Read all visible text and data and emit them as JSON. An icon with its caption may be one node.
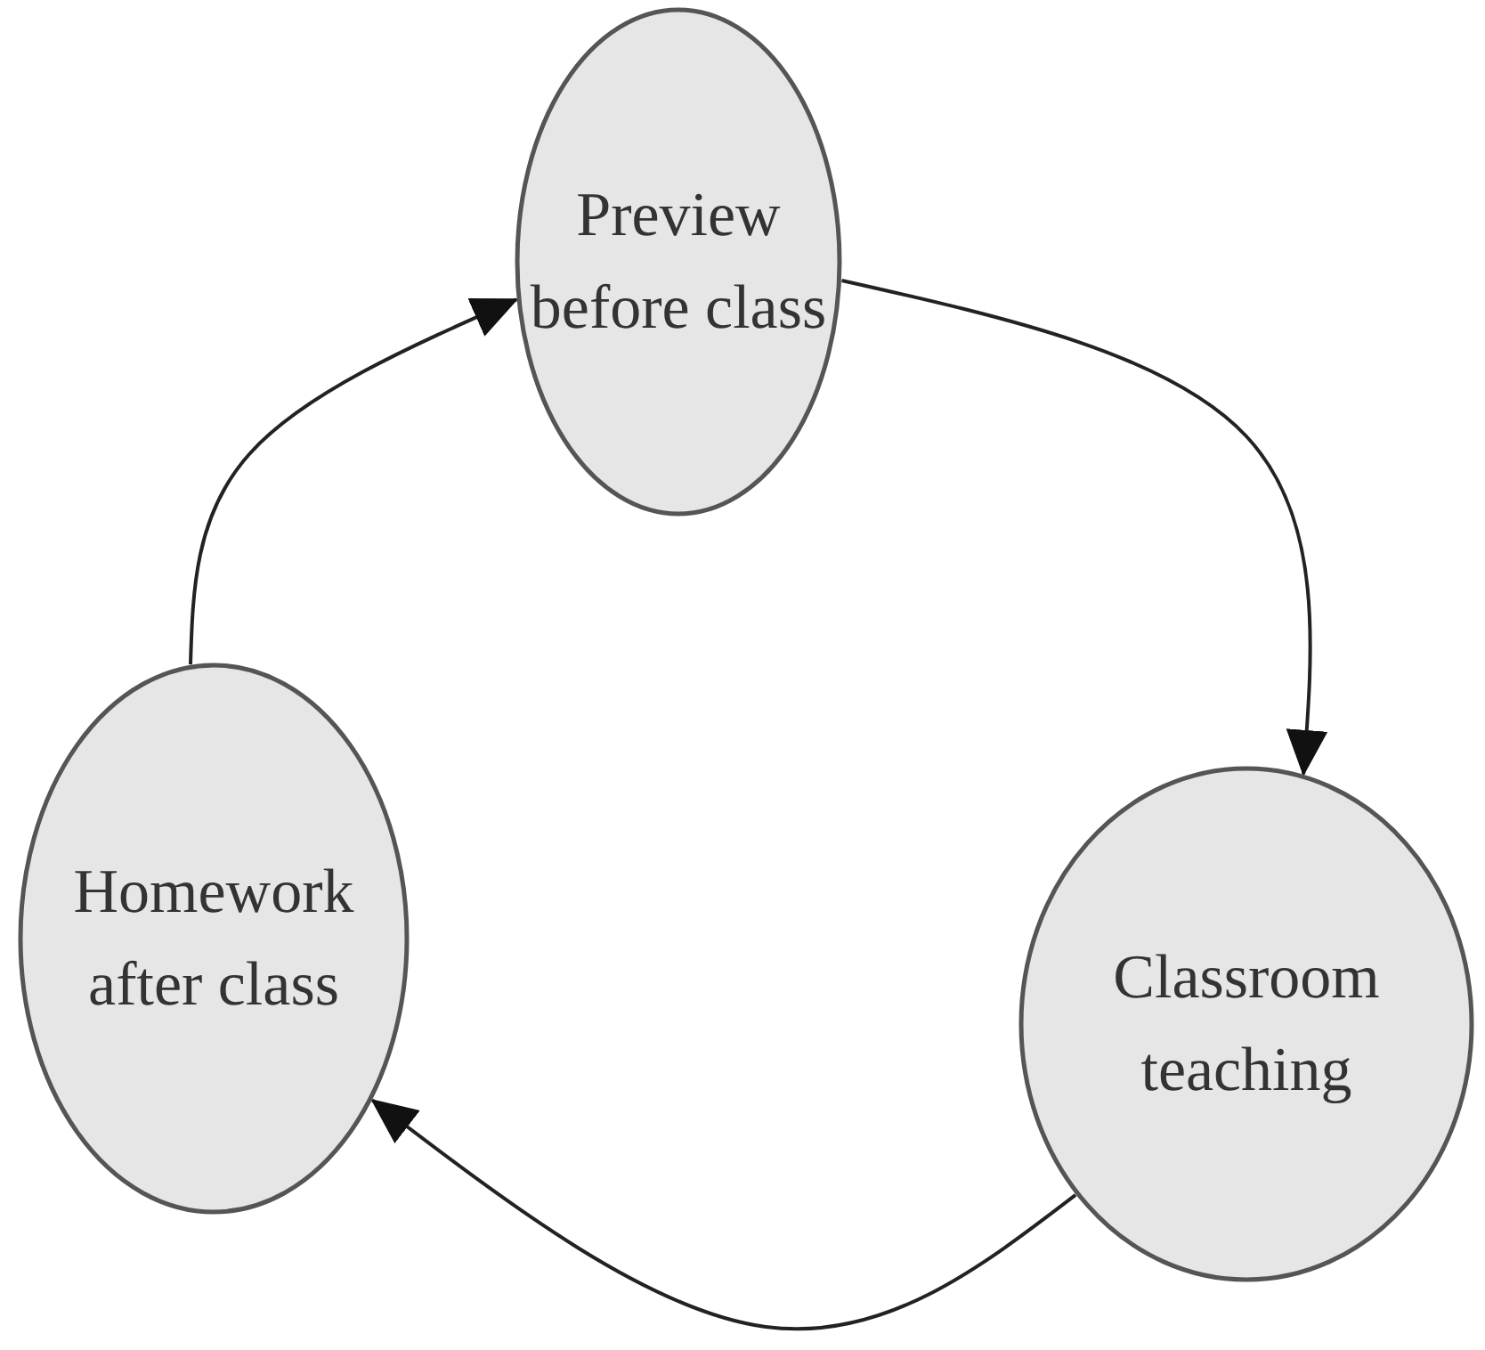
{
  "diagram": {
    "nodes": [
      {
        "text": [
          "Preview before class"
        ]
      },
      {
        "text": [
          "Classroom teaching"
        ]
      },
      {
        "text": [
          "Homework after class"
        ]
      }
    ],
    "edges": [
      {
        "from": 0,
        "to": 1,
        "arrow": "to"
      },
      {
        "from": 1,
        "to": 2,
        "arrow": "to"
      },
      {
        "from": 2,
        "to": 0,
        "arrow": "to"
      }
    ]
  }
}
